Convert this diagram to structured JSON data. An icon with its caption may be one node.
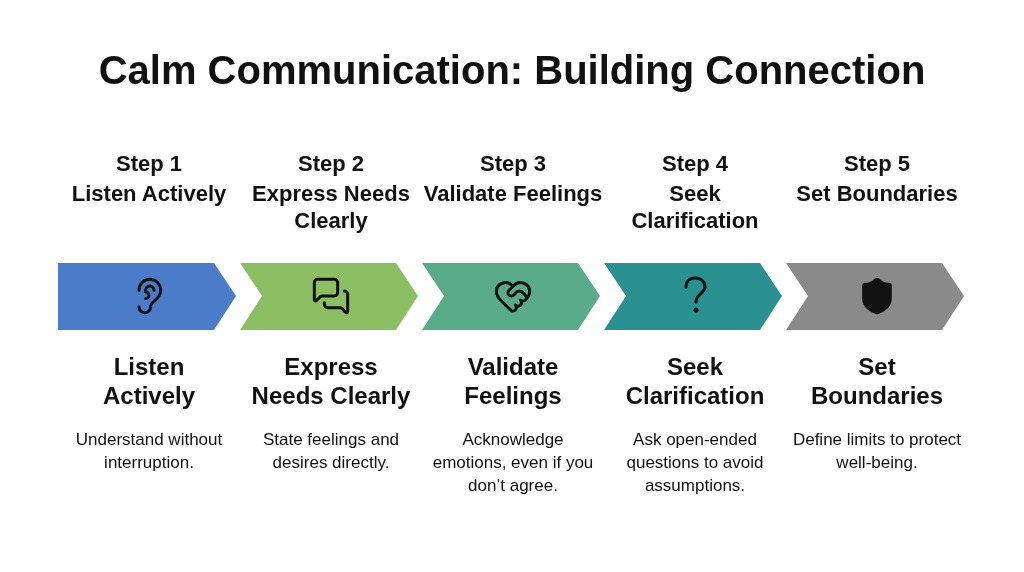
{
  "diagram": {
    "title": "Calm Communication: Building Connection",
    "nodes": [
      {
        "text": [
          "Step 1",
          "Listen Actively",
          "Listen Actively",
          "Understand without interruption."
        ]
      },
      {
        "text": [
          "Step 2",
          "Express Needs Clearly",
          "Express Needs Clearly",
          "State feelings and desires directly."
        ]
      },
      {
        "text": [
          "Step 3",
          "Validate Feelings",
          "Validate Feelings",
          "Acknowledge emotions, even if you don’t agree."
        ]
      },
      {
        "text": [
          "Step 4",
          "Seek Clarification",
          "Seek Clarification",
          "Ask open-ended questions to avoid assumptions."
        ]
      },
      {
        "text": [
          "Step 5",
          "Set Boundaries",
          "Set Boundaries",
          "Define limits to protect well-being."
        ]
      }
    ]
  }
}
